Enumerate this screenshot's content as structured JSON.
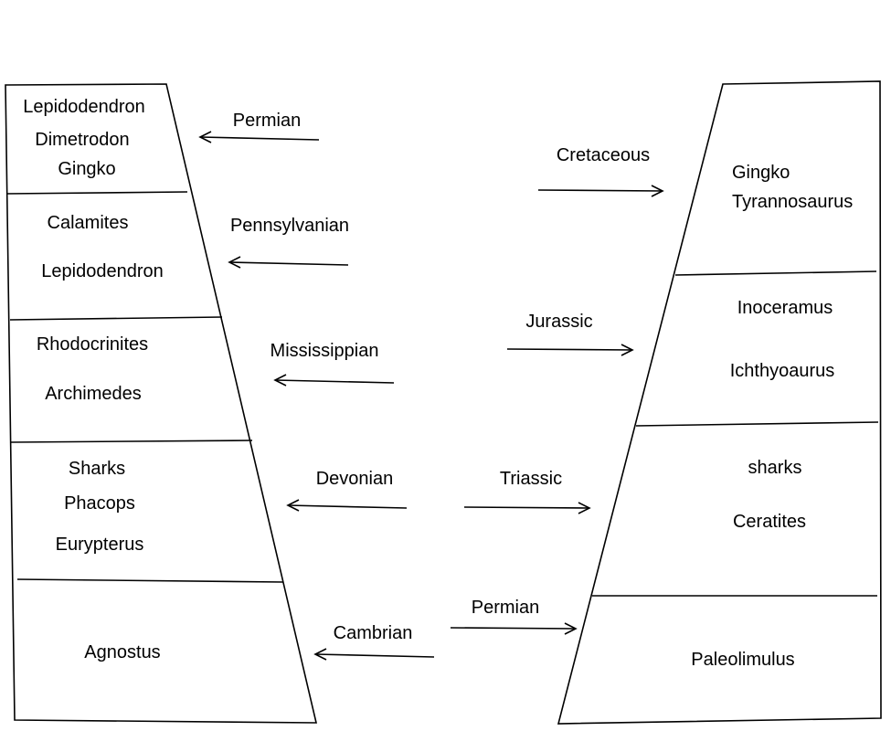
{
  "left_column": {
    "sections": [
      {
        "fossils": [
          "Lepidodendron",
          "Dimetrodon",
          "Gingko"
        ]
      },
      {
        "fossils": [
          "Calamites",
          "Lepidodendron"
        ]
      },
      {
        "fossils": [
          "Rhodocrinites",
          "Archimedes"
        ]
      },
      {
        "fossils": [
          "Sharks",
          "Phacops",
          "Eurypterus"
        ]
      },
      {
        "fossils": [
          "Agnostus"
        ]
      }
    ],
    "period_labels": [
      "Permian",
      "Pennsylvanian",
      "Mississippian",
      "Devonian",
      "Cambrian"
    ]
  },
  "right_column": {
    "sections": [
      {
        "fossils": [
          "Gingko",
          "Tyrannosaurus"
        ]
      },
      {
        "fossils": [
          "Inoceramus",
          "Ichthyoaurus"
        ]
      },
      {
        "fossils": [
          "sharks",
          "Ceratites"
        ]
      },
      {
        "fossils": [
          "Paleolimulus"
        ]
      }
    ],
    "period_labels": [
      "Cretaceous",
      "Jurassic",
      "Triassic",
      "Permian"
    ]
  },
  "colors": {
    "line": "#000000",
    "background": "#ffffff"
  }
}
